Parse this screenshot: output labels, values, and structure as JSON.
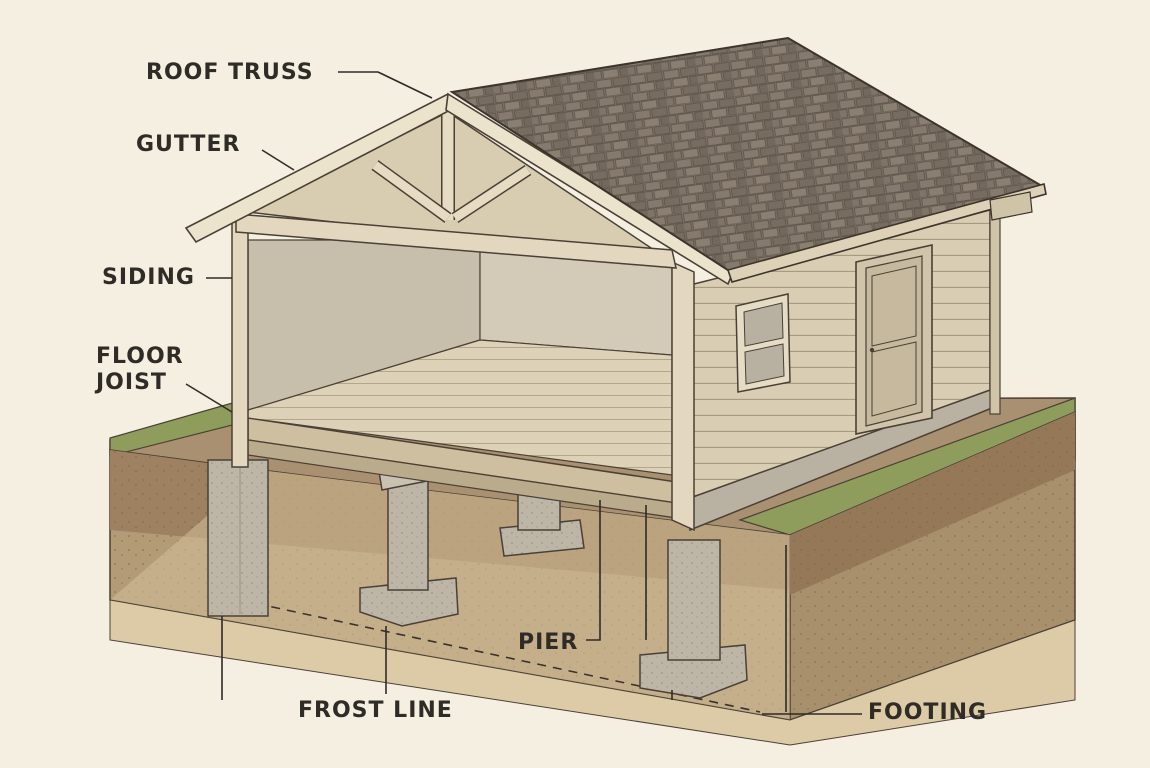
{
  "labels": {
    "roof_truss": "ROOF TRUSS",
    "gutter": "GUTTER",
    "siding": "SIDING",
    "floor_joist_line1": "FLOOR",
    "floor_joist_line2": "JOIST",
    "pier": "PIER",
    "frost_line": "FROST LINE",
    "footing": "FOOTING"
  },
  "colors": {
    "background": "#f5efe2",
    "roof_shingles": "#7a6f62",
    "siding": "#d8ccb2",
    "trim": "#e9dfc8",
    "interior": "#cfc6b4",
    "concrete": "#bdb6a8",
    "grass": "#8a9a5a",
    "soil": "#a58a68",
    "subsoil": "#c9b48d",
    "outline": "#4a4036"
  },
  "icons": {
    "house": "house-illustration",
    "pier": "concrete-pier-icon",
    "footing": "concrete-footing-icon"
  }
}
